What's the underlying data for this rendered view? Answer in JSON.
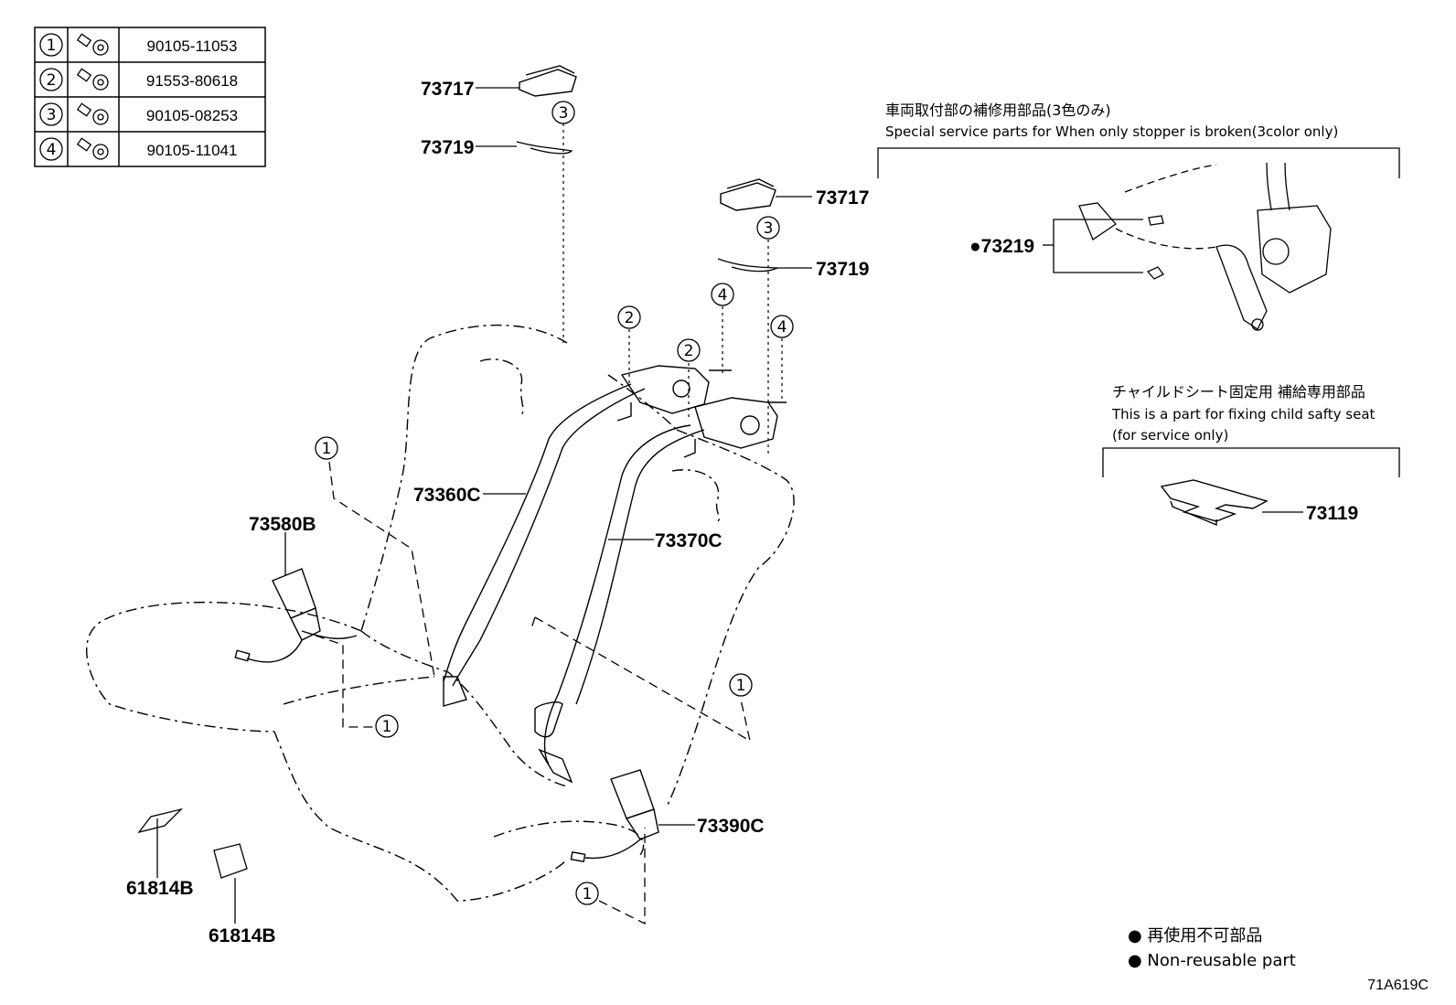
{
  "bolt_table": [
    {
      "ref": "1",
      "part": "90105-11053"
    },
    {
      "ref": "2",
      "part": "91553-80618"
    },
    {
      "ref": "3",
      "part": "90105-08253"
    },
    {
      "ref": "4",
      "part": "90105-11041"
    }
  ],
  "callouts": {
    "p73717a": "73717",
    "p73719a": "73719",
    "p73717b": "73717",
    "p73719b": "73719",
    "p73219": "●73219",
    "p73360c": "73360C",
    "p73370c": "73370C",
    "p73580b": "73580B",
    "p73390c": "73390C",
    "p61814b_a": "61814B",
    "p61814b_b": "61814B",
    "p73119": "73119"
  },
  "refs": {
    "r1": "1",
    "r2": "2",
    "r3": "3",
    "r4": "4"
  },
  "notes": {
    "service_jp": "車両取付部の補修用部品(3色のみ)",
    "service_en": "Special service parts for When only stopper is broken(3color only)",
    "child_jp": "チャイルドシート固定用 補給専用部品",
    "child_en1": "This is a part for fixing child safty seat",
    "child_en2": "(for service only)"
  },
  "legend": {
    "jp": "● 再使用不可部品",
    "en": "● Non-reusable part"
  },
  "drawing_code": "71A619C"
}
